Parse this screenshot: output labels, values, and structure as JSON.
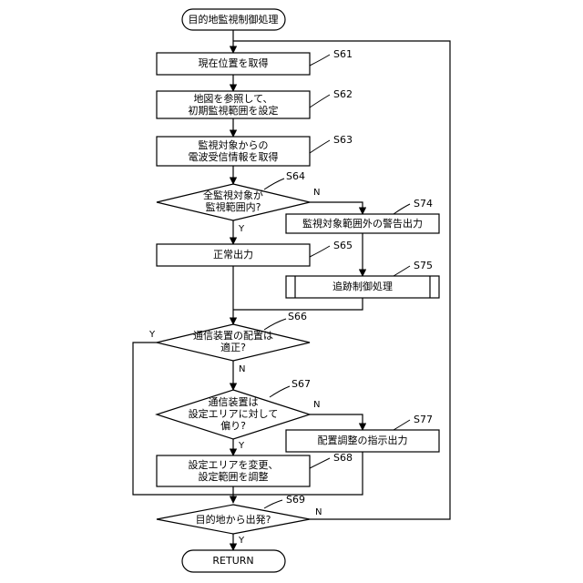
{
  "start": "目的地監視制御処理",
  "end": "RETURN",
  "steps": {
    "s61": {
      "id": "S61",
      "line1": "現在位置を取得",
      "line2": ""
    },
    "s62": {
      "id": "S62",
      "line1": "地図を参照して、",
      "line2": "初期監視範囲を設定"
    },
    "s63": {
      "id": "S63",
      "line1": "監視対象からの",
      "line2": "電波受信情報を取得"
    },
    "s64": {
      "id": "S64",
      "line1": "全監視対象が",
      "line2": "監視範囲内?"
    },
    "s65": {
      "id": "S65",
      "line1": "正常出力",
      "line2": ""
    },
    "s66": {
      "id": "S66",
      "line1": "通信装置の配置は",
      "line2": "適正?"
    },
    "s67": {
      "id": "S67",
      "line1": "通信装置は",
      "line2": "設定エリアに対して",
      "line3": "偏り?"
    },
    "s68": {
      "id": "S68",
      "line1": "設定エリアを変更、",
      "line2": "設定範囲を調整"
    },
    "s69": {
      "id": "S69",
      "line1": "目的地から出発?",
      "line2": ""
    },
    "s74": {
      "id": "S74",
      "line1": "監視対象範囲外の警告出力",
      "line2": ""
    },
    "s75": {
      "id": "S75",
      "line1": "追跡制御処理",
      "line2": ""
    },
    "s77": {
      "id": "S77",
      "line1": "配置調整の指示出力",
      "line2": ""
    }
  },
  "labels": {
    "yes": "Y",
    "no": "N"
  }
}
